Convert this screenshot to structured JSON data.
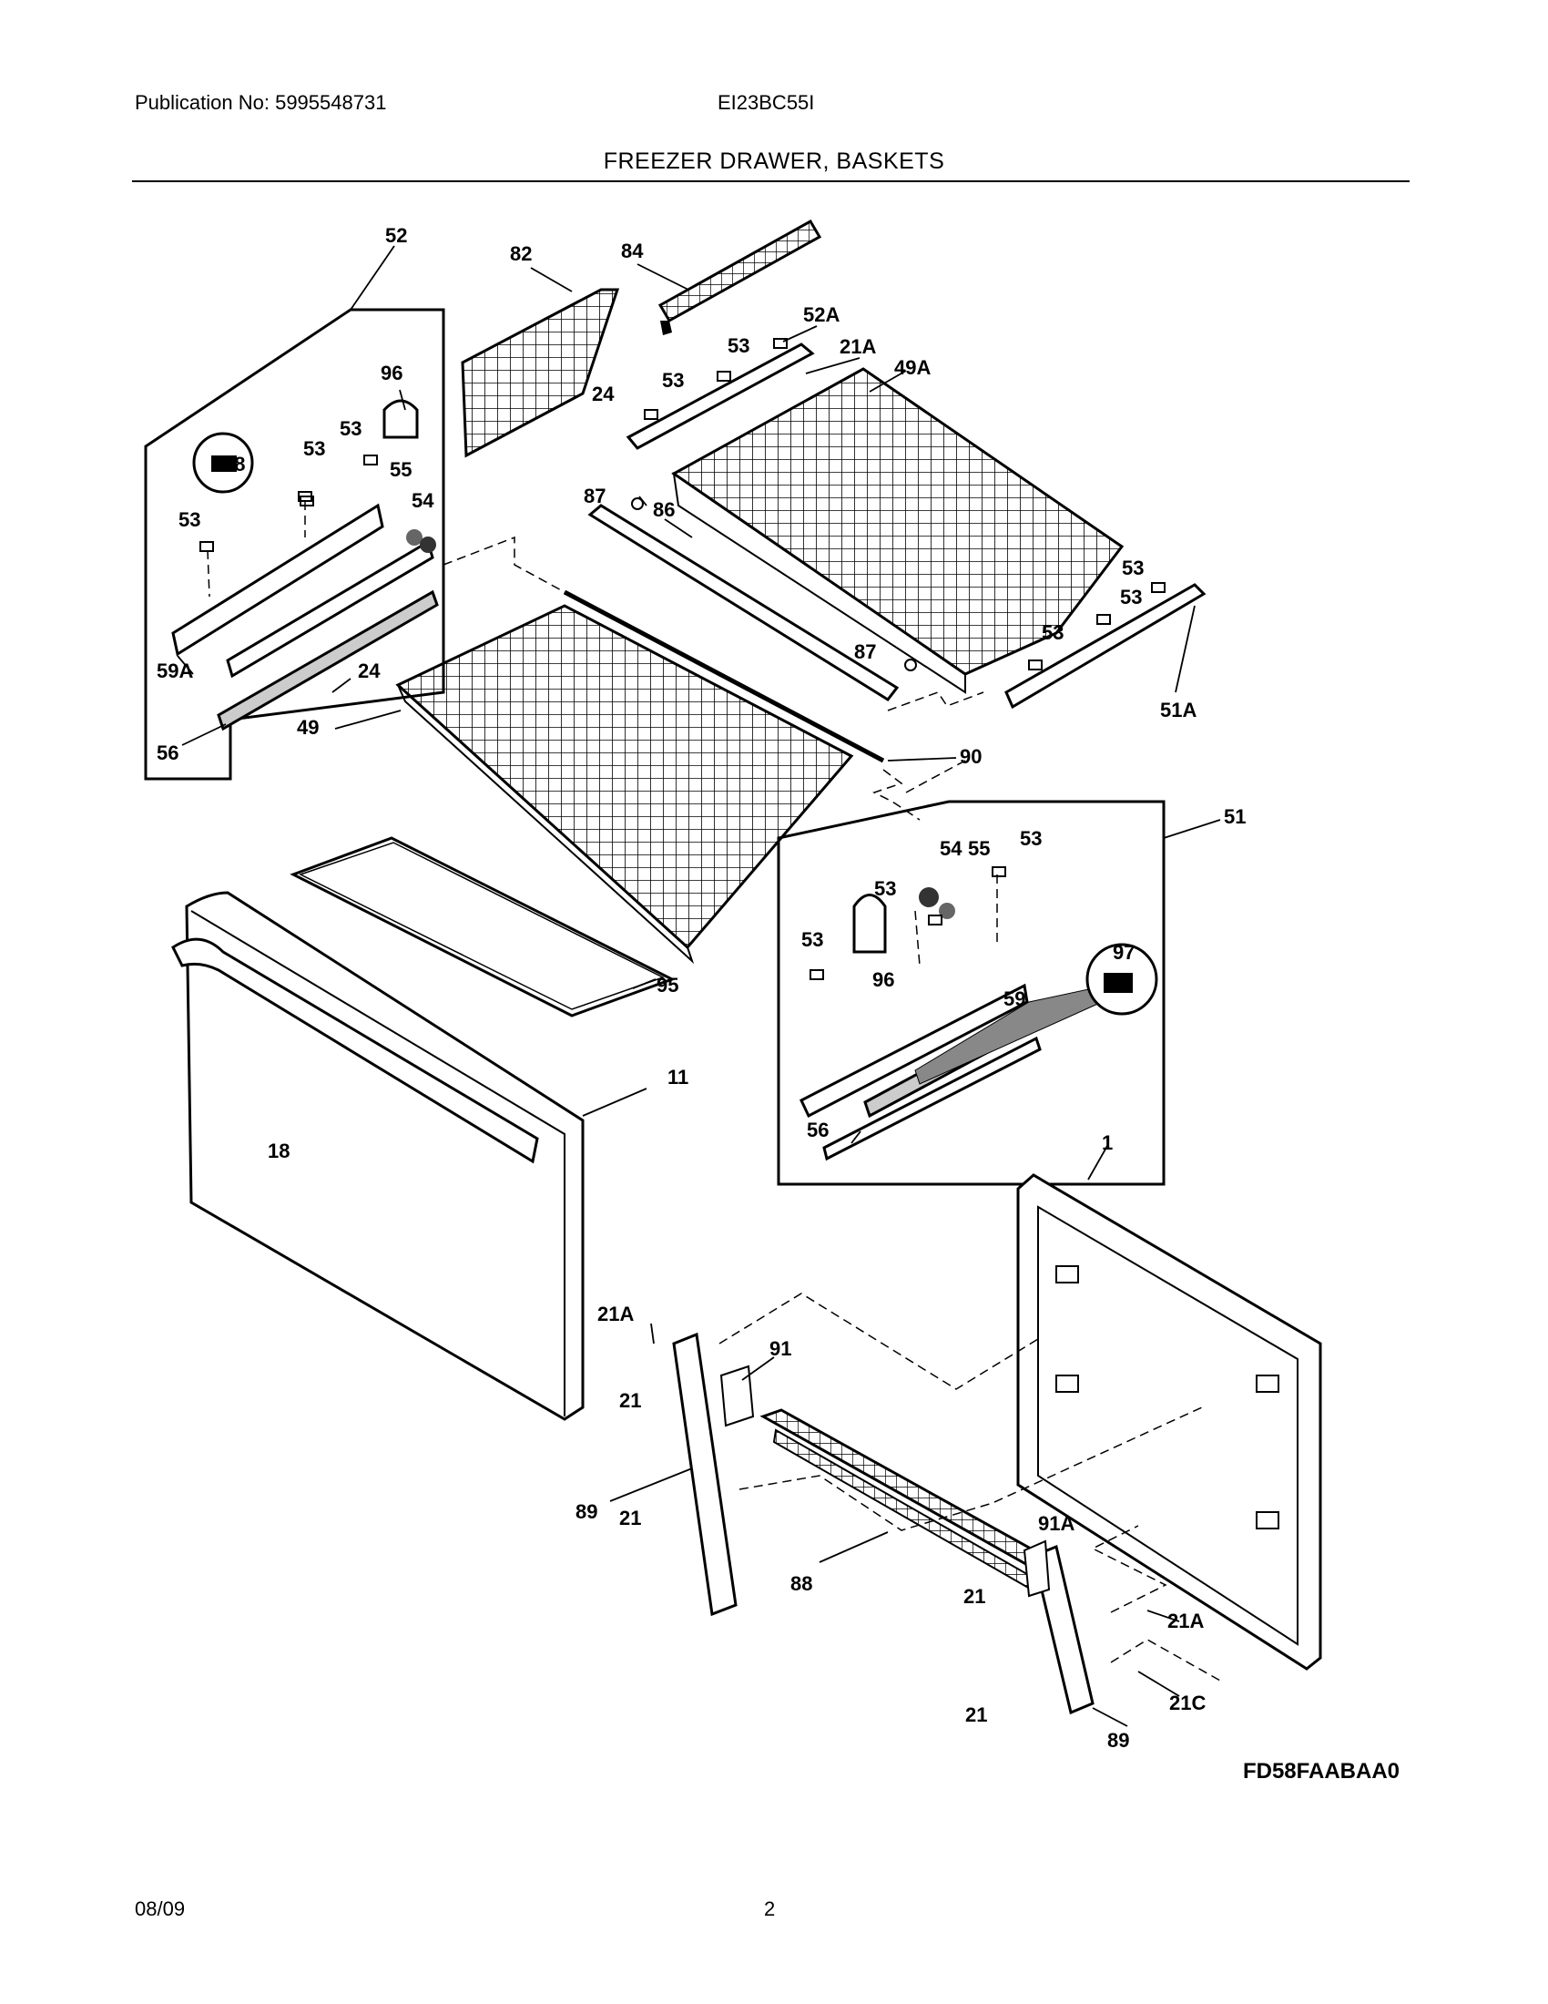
{
  "header": {
    "publication": "Publication No: 5995548731",
    "model": "EI23BC55I",
    "title": "FREEZER DRAWER, BASKETS"
  },
  "footer": {
    "date": "08/09",
    "page": "2"
  },
  "diagram": {
    "drawing_code": "FD58FAABAA0",
    "labels": [
      "52",
      "82",
      "84",
      "52A",
      "21A",
      "49A",
      "96",
      "53",
      "53",
      "53",
      "24",
      "53",
      "98",
      "53",
      "55",
      "54",
      "87",
      "86",
      "53",
      "53",
      "53",
      "87",
      "51A",
      "59A",
      "24",
      "49",
      "56",
      "90",
      "51",
      "54",
      "55",
      "53",
      "53",
      "53",
      "96",
      "97",
      "59",
      "95",
      "56",
      "11",
      "18",
      "1",
      "21A",
      "91",
      "21",
      "89",
      "21",
      "88",
      "91A",
      "21",
      "21A",
      "21C",
      "21",
      "89"
    ]
  }
}
